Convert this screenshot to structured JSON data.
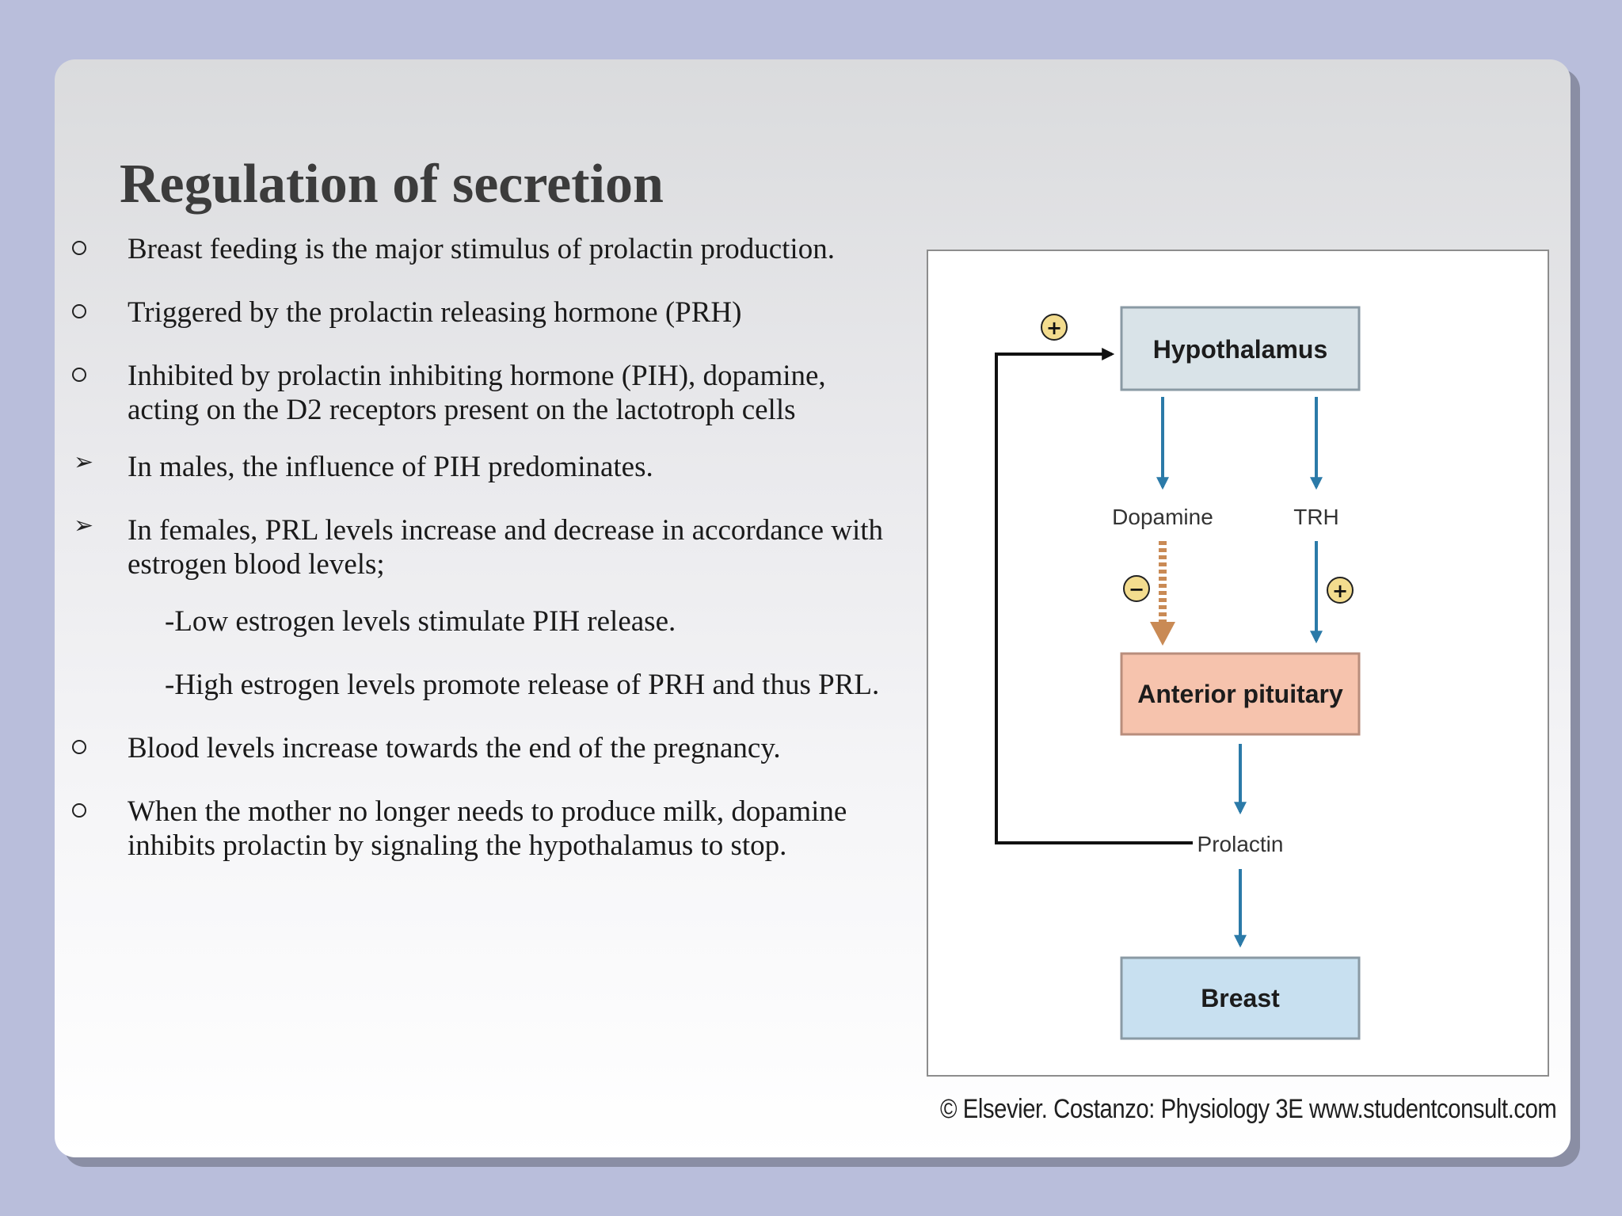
{
  "slide": {
    "title": "Regulation of secretion",
    "bullets": [
      {
        "marker": "circle",
        "lines": [
          "Breast feeding is the major stimulus of prolactin production."
        ]
      },
      {
        "marker": "circle",
        "lines": [
          "Triggered by the prolactin releasing hormone (PRH)"
        ]
      },
      {
        "marker": "circle",
        "lines": [
          "Inhibited by prolactin inhibiting hormone  (PIH), dopamine,",
          "acting on the D2 receptors present on the lactotroph cells"
        ]
      },
      {
        "marker": "arrow",
        "lines": [
          "In males, the influence of PIH predominates."
        ]
      },
      {
        "marker": "arrow",
        "lines": [
          "In females, PRL levels increase and decrease in accordance with",
          "estrogen blood levels;"
        ]
      },
      {
        "marker": "none",
        "lines": [
          "-Low estrogen levels stimulate PIH release."
        ]
      },
      {
        "marker": "none",
        "lines": [
          "-High estrogen levels promote release of PRH and  thus PRL."
        ]
      },
      {
        "marker": "circle",
        "lines": [
          "Blood levels increase towards the end of the pregnancy."
        ]
      },
      {
        "marker": "circle",
        "lines": [
          "When the mother no longer needs to produce milk, dopamine",
          "inhibits prolactin by signaling the hypothalamus to stop."
        ]
      }
    ]
  },
  "diagram": {
    "nodes": {
      "hypothalamus": "Hypothalamus",
      "anterior_pituitary": "Anterior pituitary",
      "breast": "Breast"
    },
    "labels": {
      "dopamine": "Dopamine",
      "trh": "TRH",
      "prolactin": "Prolactin",
      "plus": "+",
      "minus": "−"
    },
    "colors": {
      "hypothalamus_fill": "#d9e3e8",
      "pituitary_fill": "#f6c3ad",
      "breast_fill": "#c8e0f0",
      "blue_arrow": "#2b7aa8",
      "dopamine_arrow": "#c98a55",
      "sign_fill": "#f3dc8e"
    },
    "credit": "© Elsevier. Costanzo: Physiology 3E www.studentconsult.com"
  }
}
